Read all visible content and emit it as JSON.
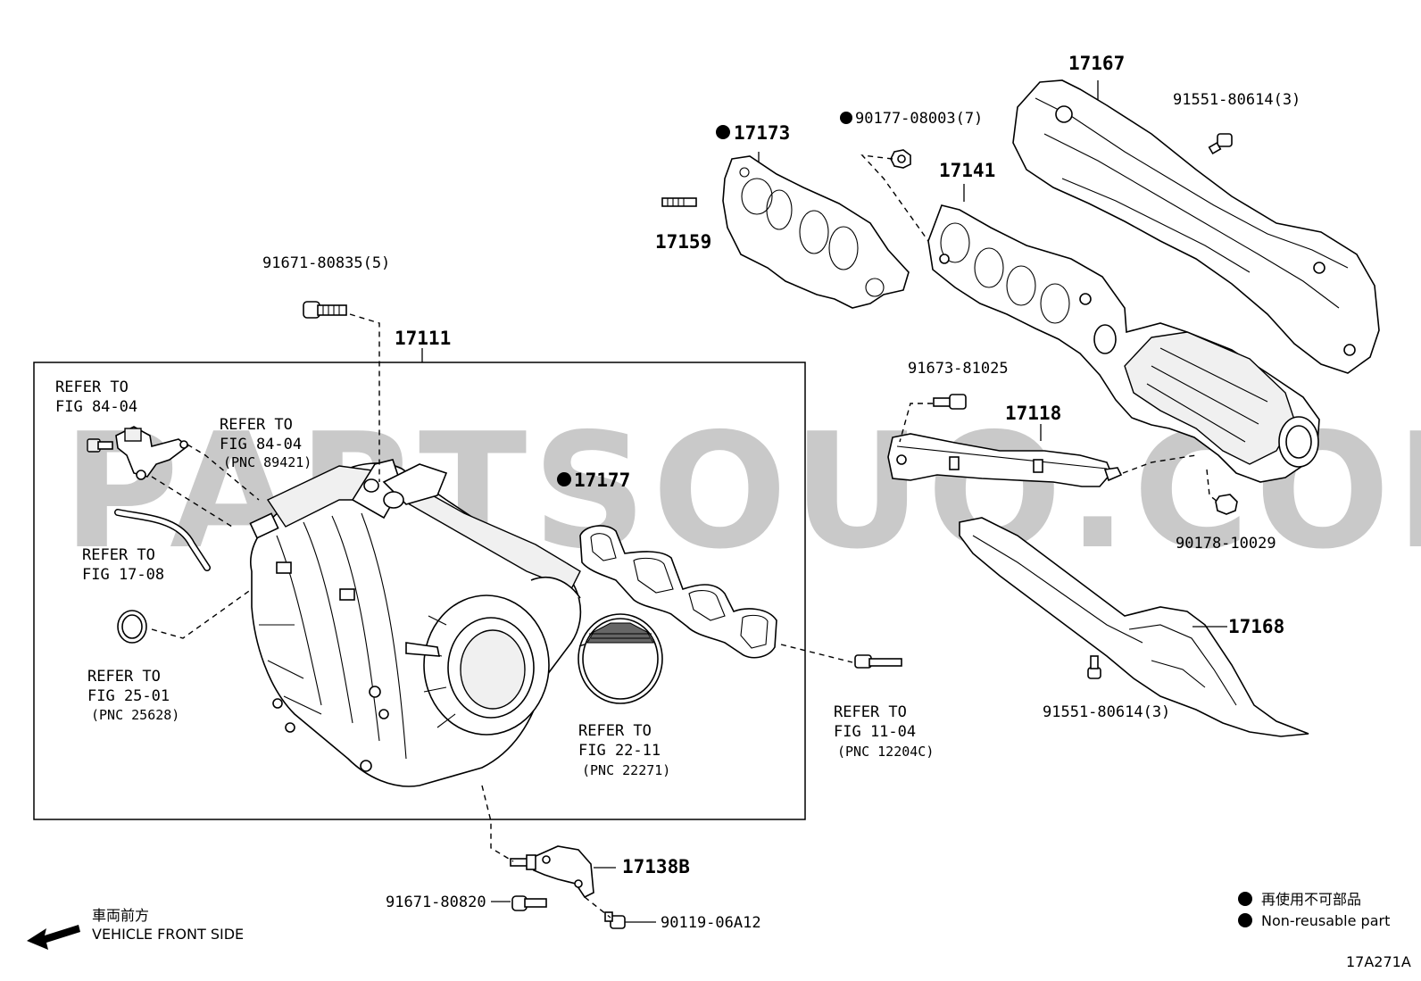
{
  "watermark": "PARTSOUQ.COM",
  "labels": {
    "p17167": "17167",
    "p17173": "17173",
    "p90177": "90177-08003(7)",
    "p17141": "17141",
    "p91551_top": "91551-80614(3)",
    "p17159": "17159",
    "p91671_80835": "91671-80835(5)",
    "p17111": "17111",
    "p91673": "91673-81025",
    "p17118": "17118",
    "p17177": "17177",
    "p90178": "90178-10029",
    "p17168": "17168",
    "p91551_bot": "91551-80614(3)",
    "p17138b": "17138B",
    "p91671_80820": "91671-80820",
    "p90119": "90119-06A12"
  },
  "refs": {
    "r1": {
      "l1": "REFER TO",
      "l2": "FIG 84-04",
      "l3": ""
    },
    "r2": {
      "l1": "REFER TO",
      "l2": "FIG 84-04",
      "l3": "(PNC 89421)"
    },
    "r3": {
      "l1": "REFER TO",
      "l2": "FIG 17-08",
      "l3": ""
    },
    "r4": {
      "l1": "REFER TO",
      "l2": "FIG 25-01",
      "l3": "(PNC 25628)"
    },
    "r5": {
      "l1": "REFER TO",
      "l2": "FIG 22-11",
      "l3": "(PNC 22271)"
    },
    "r6": {
      "l1": "REFER TO",
      "l2": "FIG 11-04",
      "l3": "(PNC 12204C)"
    }
  },
  "legend": {
    "jp": "再使用不可部品",
    "en": "Non-reusable part"
  },
  "front": {
    "jp": "車両前方",
    "en": "VEHICLE FRONT SIDE"
  },
  "diagram_code": "17A271A",
  "colors": {
    "ink": "#000000",
    "watermark": "#c9c9c9",
    "background": "#ffffff"
  }
}
